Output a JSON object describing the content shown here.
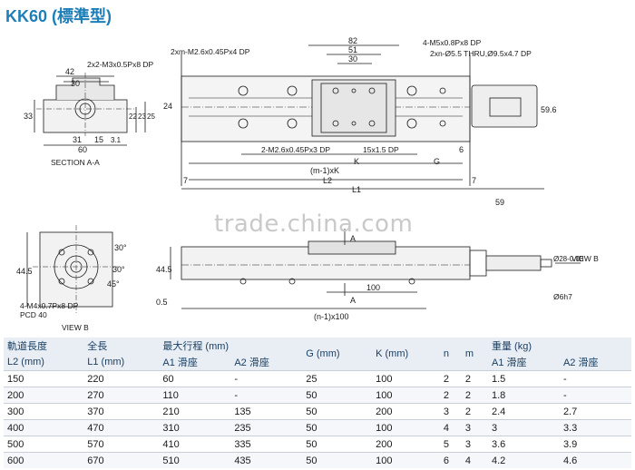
{
  "title": "KK60 (標準型)",
  "top_view": {
    "callouts": [
      "2xm-M2.6x0.45Px4 DP",
      "2x2-M3x0.5Px8 DP",
      "4-M5x0.8Px8 DP",
      "2xn-Ø5.5 THRU,Ø9.5x4.7 DP",
      "2-M2.6x0.45Px3 DP",
      "15x1.5 DP"
    ],
    "dims": [
      "82",
      "51",
      "30",
      "24",
      "59.6",
      "6",
      "K",
      "G",
      "(m-1)xK",
      "L2",
      "7",
      "L1",
      "7",
      "59"
    ]
  },
  "section_aa": {
    "label": "SECTION A-A",
    "dims": [
      "42",
      "30",
      "33",
      "15",
      "3.1",
      "22",
      "23",
      "25",
      "31",
      "60"
    ]
  },
  "side_view": {
    "dims": [
      "44.5",
      "0.5",
      "100",
      "(n-1)x100",
      "Ø28-0.03"
    ],
    "markers": [
      "A",
      "A"
    ],
    "view_b_arrow": "VIEW B",
    "shaft": "Ø6h7"
  },
  "view_b": {
    "label": "VIEW B",
    "dims": [
      "44.5",
      "30°",
      "30°",
      "45°"
    ],
    "callouts": [
      "4-M4x0.7Px8 DP",
      "PCD 40"
    ]
  },
  "watermark": "trade.china.com",
  "table": {
    "headers": {
      "l2_a": "軌道長度",
      "l2_b": "L2 (mm)",
      "l1_a": "全長",
      "l1_b": "L1 (mm)",
      "stroke": "最大行程 (mm)",
      "stroke_a1": "A1 滑座",
      "stroke_a2": "A2 滑座",
      "g": "G (mm)",
      "k": "K (mm)",
      "n": "n",
      "m": "m",
      "weight": "重量 (kg)",
      "weight_a1": "A1 滑座",
      "weight_a2": "A2 滑座"
    },
    "rows": [
      [
        "150",
        "220",
        "60",
        "-",
        "25",
        "100",
        "2",
        "2",
        "1.5",
        "-"
      ],
      [
        "200",
        "270",
        "110",
        "-",
        "50",
        "100",
        "2",
        "2",
        "1.8",
        "-"
      ],
      [
        "300",
        "370",
        "210",
        "135",
        "50",
        "200",
        "3",
        "2",
        "2.4",
        "2.7"
      ],
      [
        "400",
        "470",
        "310",
        "235",
        "50",
        "100",
        "4",
        "3",
        "3",
        "3.3"
      ],
      [
        "500",
        "570",
        "410",
        "335",
        "50",
        "200",
        "5",
        "3",
        "3.6",
        "3.9"
      ],
      [
        "600",
        "670",
        "510",
        "435",
        "50",
        "100",
        "6",
        "4",
        "4.2",
        "4.6"
      ]
    ]
  }
}
